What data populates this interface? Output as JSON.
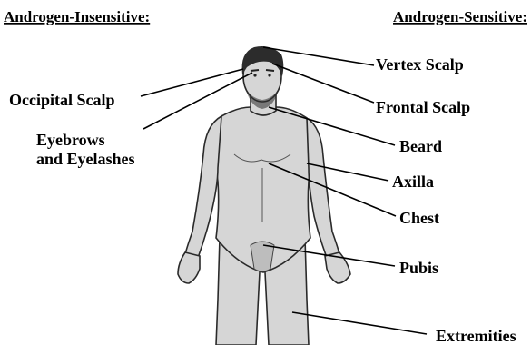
{
  "headers": {
    "insensitive": "Androgen-Insensitive:",
    "sensitive": "Androgen-Sensitive:"
  },
  "insensitive_regions": [
    {
      "id": "occipital",
      "lines": [
        "Occipital Scalp"
      ]
    },
    {
      "id": "eyebrows",
      "lines": [
        "Eyebrows",
        "and Eyelashes"
      ]
    }
  ],
  "sensitive_regions": [
    {
      "id": "vertex",
      "lines": [
        "Vertex Scalp"
      ]
    },
    {
      "id": "frontal",
      "lines": [
        "Frontal Scalp"
      ]
    },
    {
      "id": "beard",
      "lines": [
        "Beard"
      ]
    },
    {
      "id": "axilla",
      "lines": [
        "Axilla"
      ]
    },
    {
      "id": "chest",
      "lines": [
        "Chest"
      ]
    },
    {
      "id": "pubis",
      "lines": [
        "Pubis"
      ]
    },
    {
      "id": "extremities",
      "lines": [
        "Extremities"
      ]
    }
  ],
  "colors": {
    "skin": "#d6d6d6",
    "hair": "#2c2c2c",
    "outline": "#2a2a2a",
    "text": "#000000"
  }
}
